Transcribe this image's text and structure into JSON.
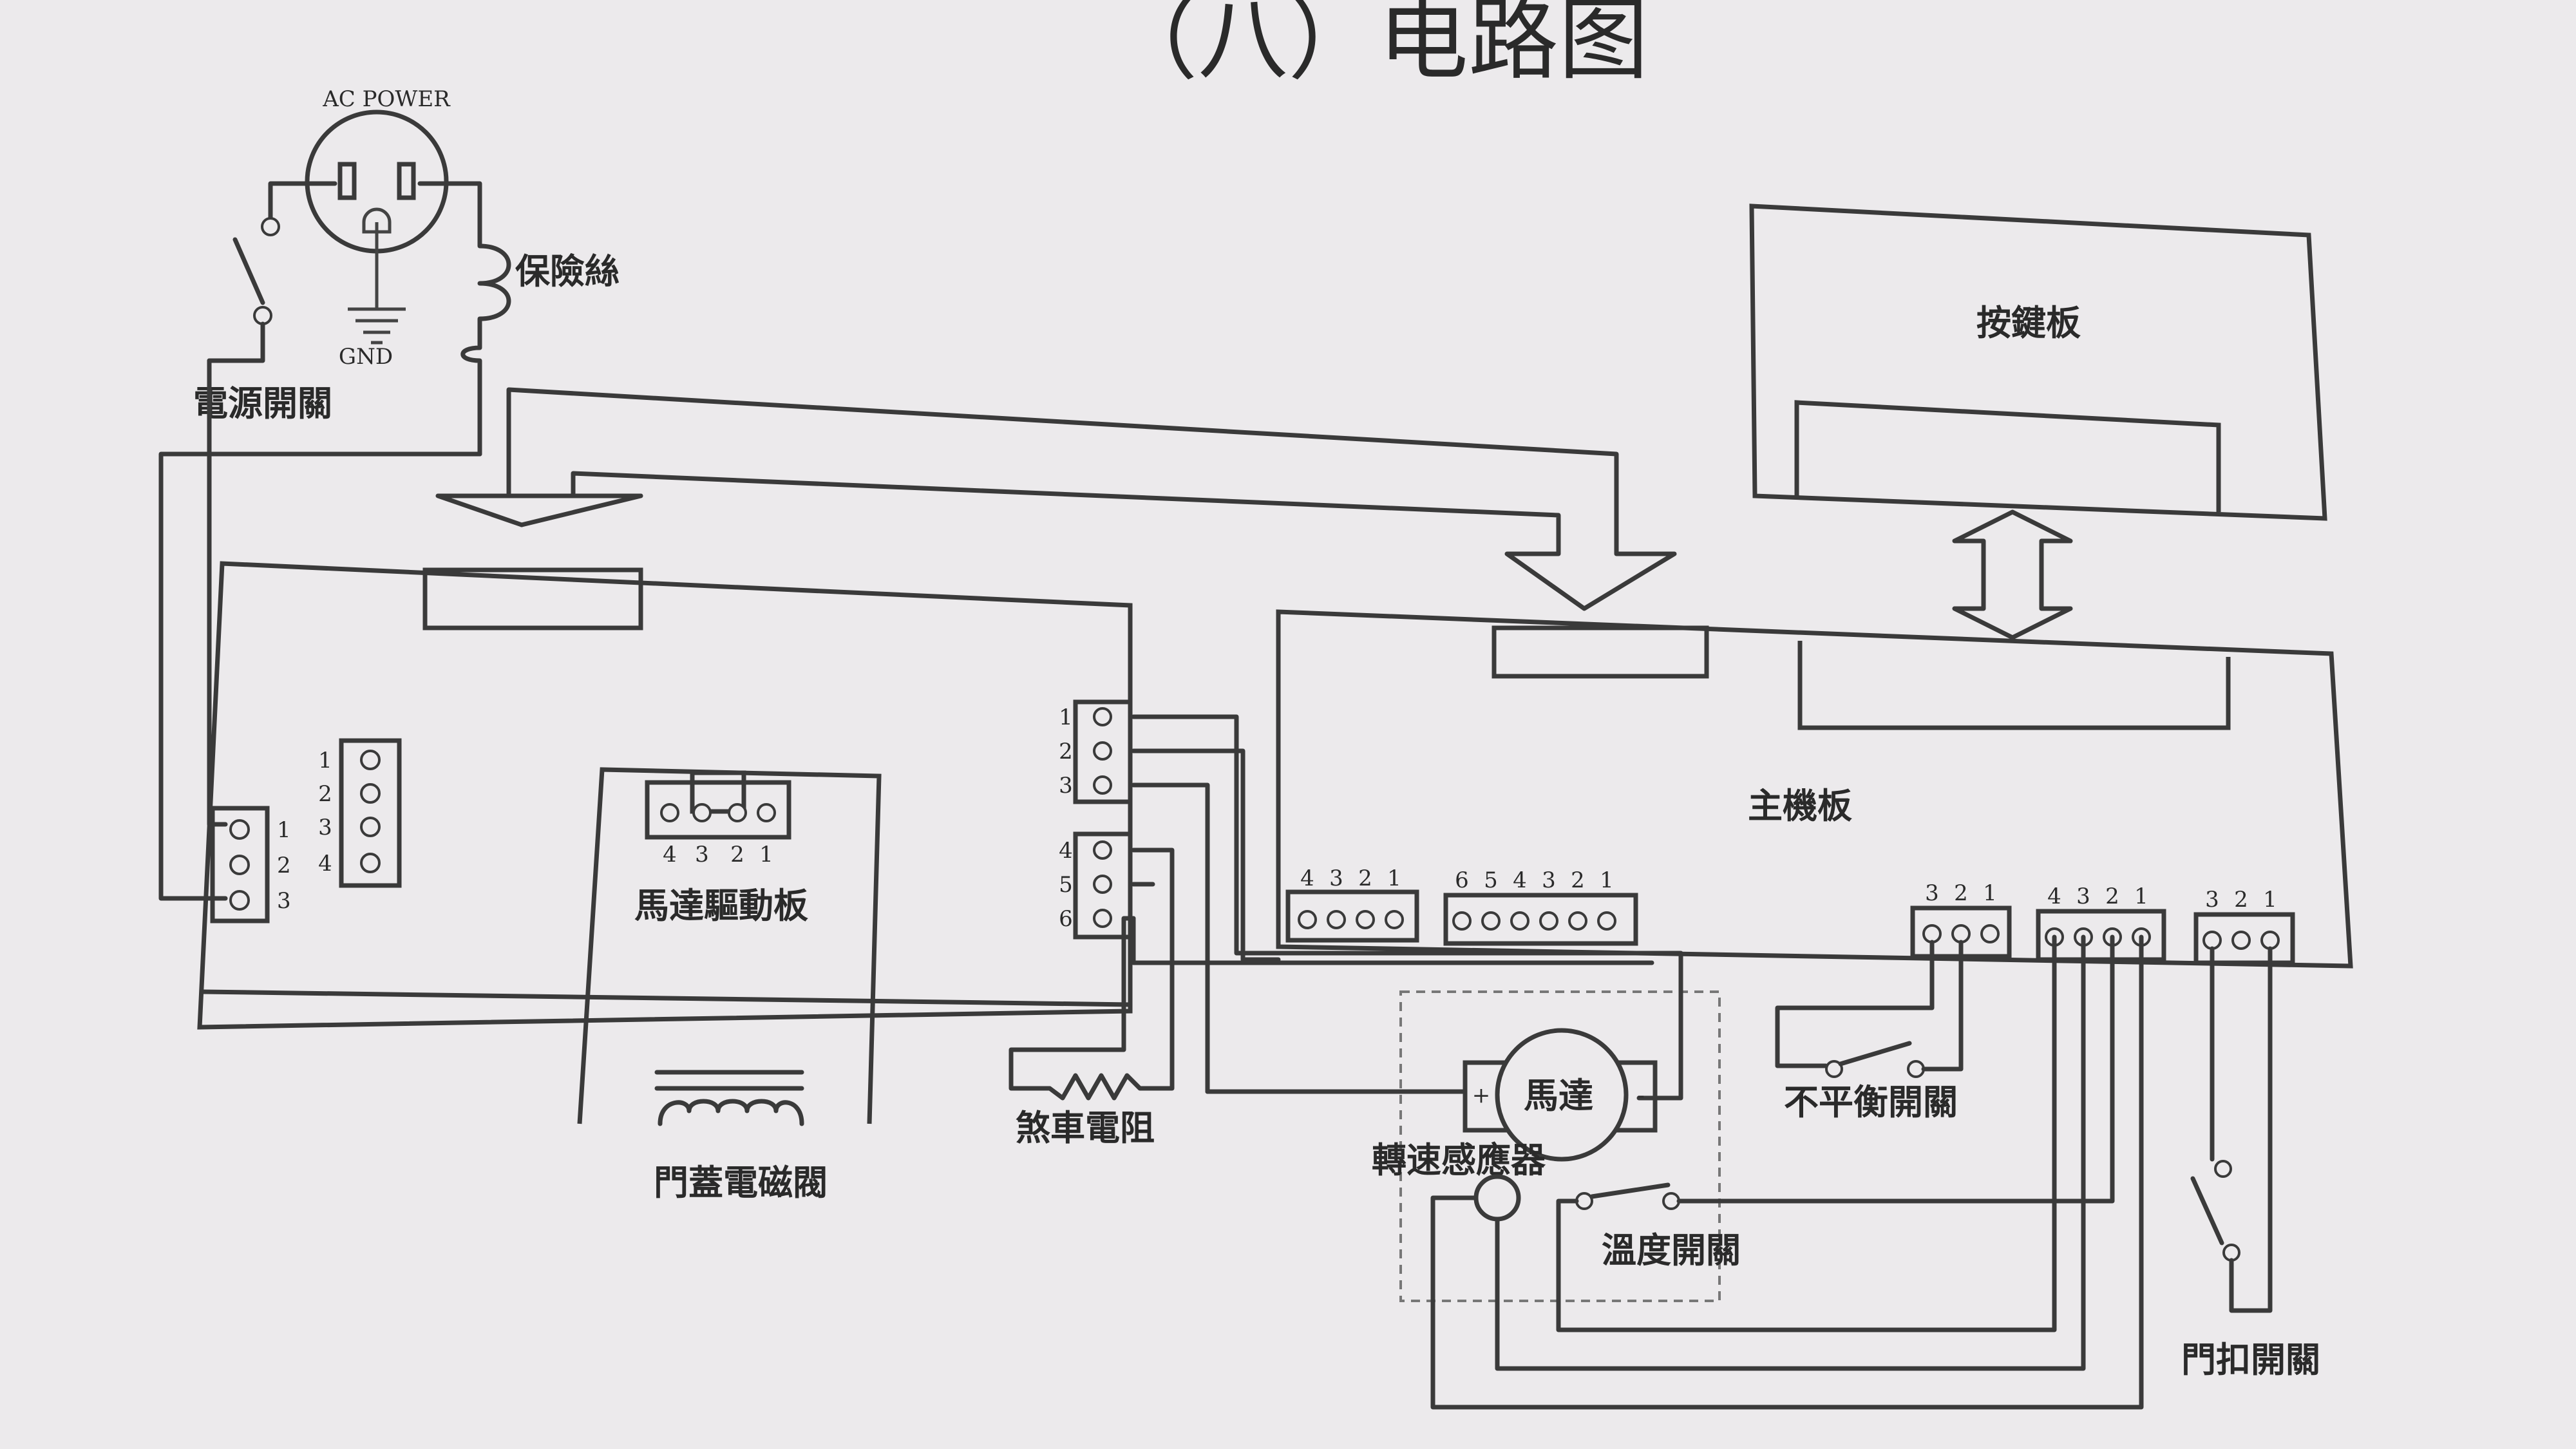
{
  "title": "（八）电路图",
  "labels": {
    "ac_power": "AC POWER",
    "gnd": "GND",
    "fuse": "保險絲",
    "power_switch": "電源開關",
    "keypad_board": "按鍵板",
    "main_board": "主機板",
    "motor_driver_board": "馬達驅動板",
    "door_lid_solenoid": "門蓋電磁閥",
    "brake_resistor": "煞車電阻",
    "motor": "馬達",
    "speed_sensor": "轉速感應器",
    "temperature_switch": "溫度開關",
    "imbalance_switch": "不平衡開關",
    "door_lock_switch": "門扣開關"
  },
  "connector_pins": {
    "left_inlet": [
      "1",
      "2",
      "3"
    ],
    "left_block": [
      "1",
      "2",
      "3",
      "4"
    ],
    "driver_top": [
      "4",
      "3",
      "2",
      "1"
    ],
    "driver_right_a": [
      "1",
      "2",
      "3"
    ],
    "driver_right_b": [
      "4",
      "5",
      "6"
    ],
    "main_4pin": [
      "4",
      "3",
      "2",
      "1"
    ],
    "main_6pin": [
      "6",
      "5",
      "4",
      "3",
      "2",
      "1"
    ],
    "main_imbalance": [
      "3",
      "2",
      "1"
    ],
    "main_sensor": [
      "4",
      "3",
      "2",
      "1"
    ],
    "main_door": [
      "3",
      "2",
      "1"
    ]
  },
  "colors": {
    "ink": "#3a3a3a",
    "paper": "#eceaec"
  }
}
